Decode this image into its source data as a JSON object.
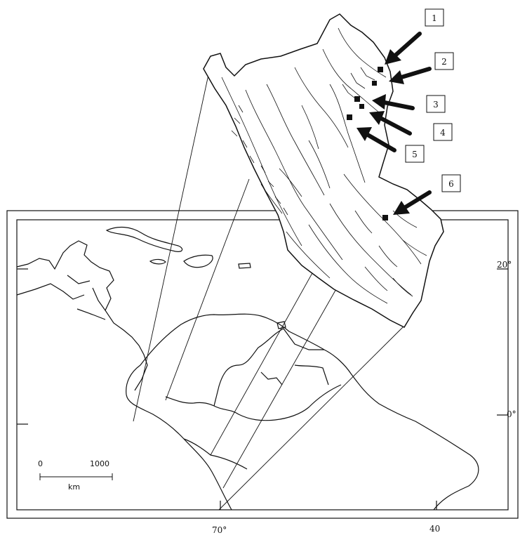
{
  "labels": [
    {
      "id": "1",
      "text": "1"
    },
    {
      "id": "2",
      "text": "2"
    },
    {
      "id": "3",
      "text": "3"
    },
    {
      "id": "4",
      "text": "4"
    },
    {
      "id": "5",
      "text": "5"
    },
    {
      "id": "6",
      "text": "6"
    }
  ],
  "axis": {
    "lat_20": "20°",
    "lat_0": "0°",
    "lon_70": "70°",
    "lon_40": "40"
  },
  "scale_bar": {
    "start": "0",
    "end": "1000",
    "unit": "km"
  },
  "colors": {
    "ink": "#111111",
    "paper": "#ffffff"
  }
}
